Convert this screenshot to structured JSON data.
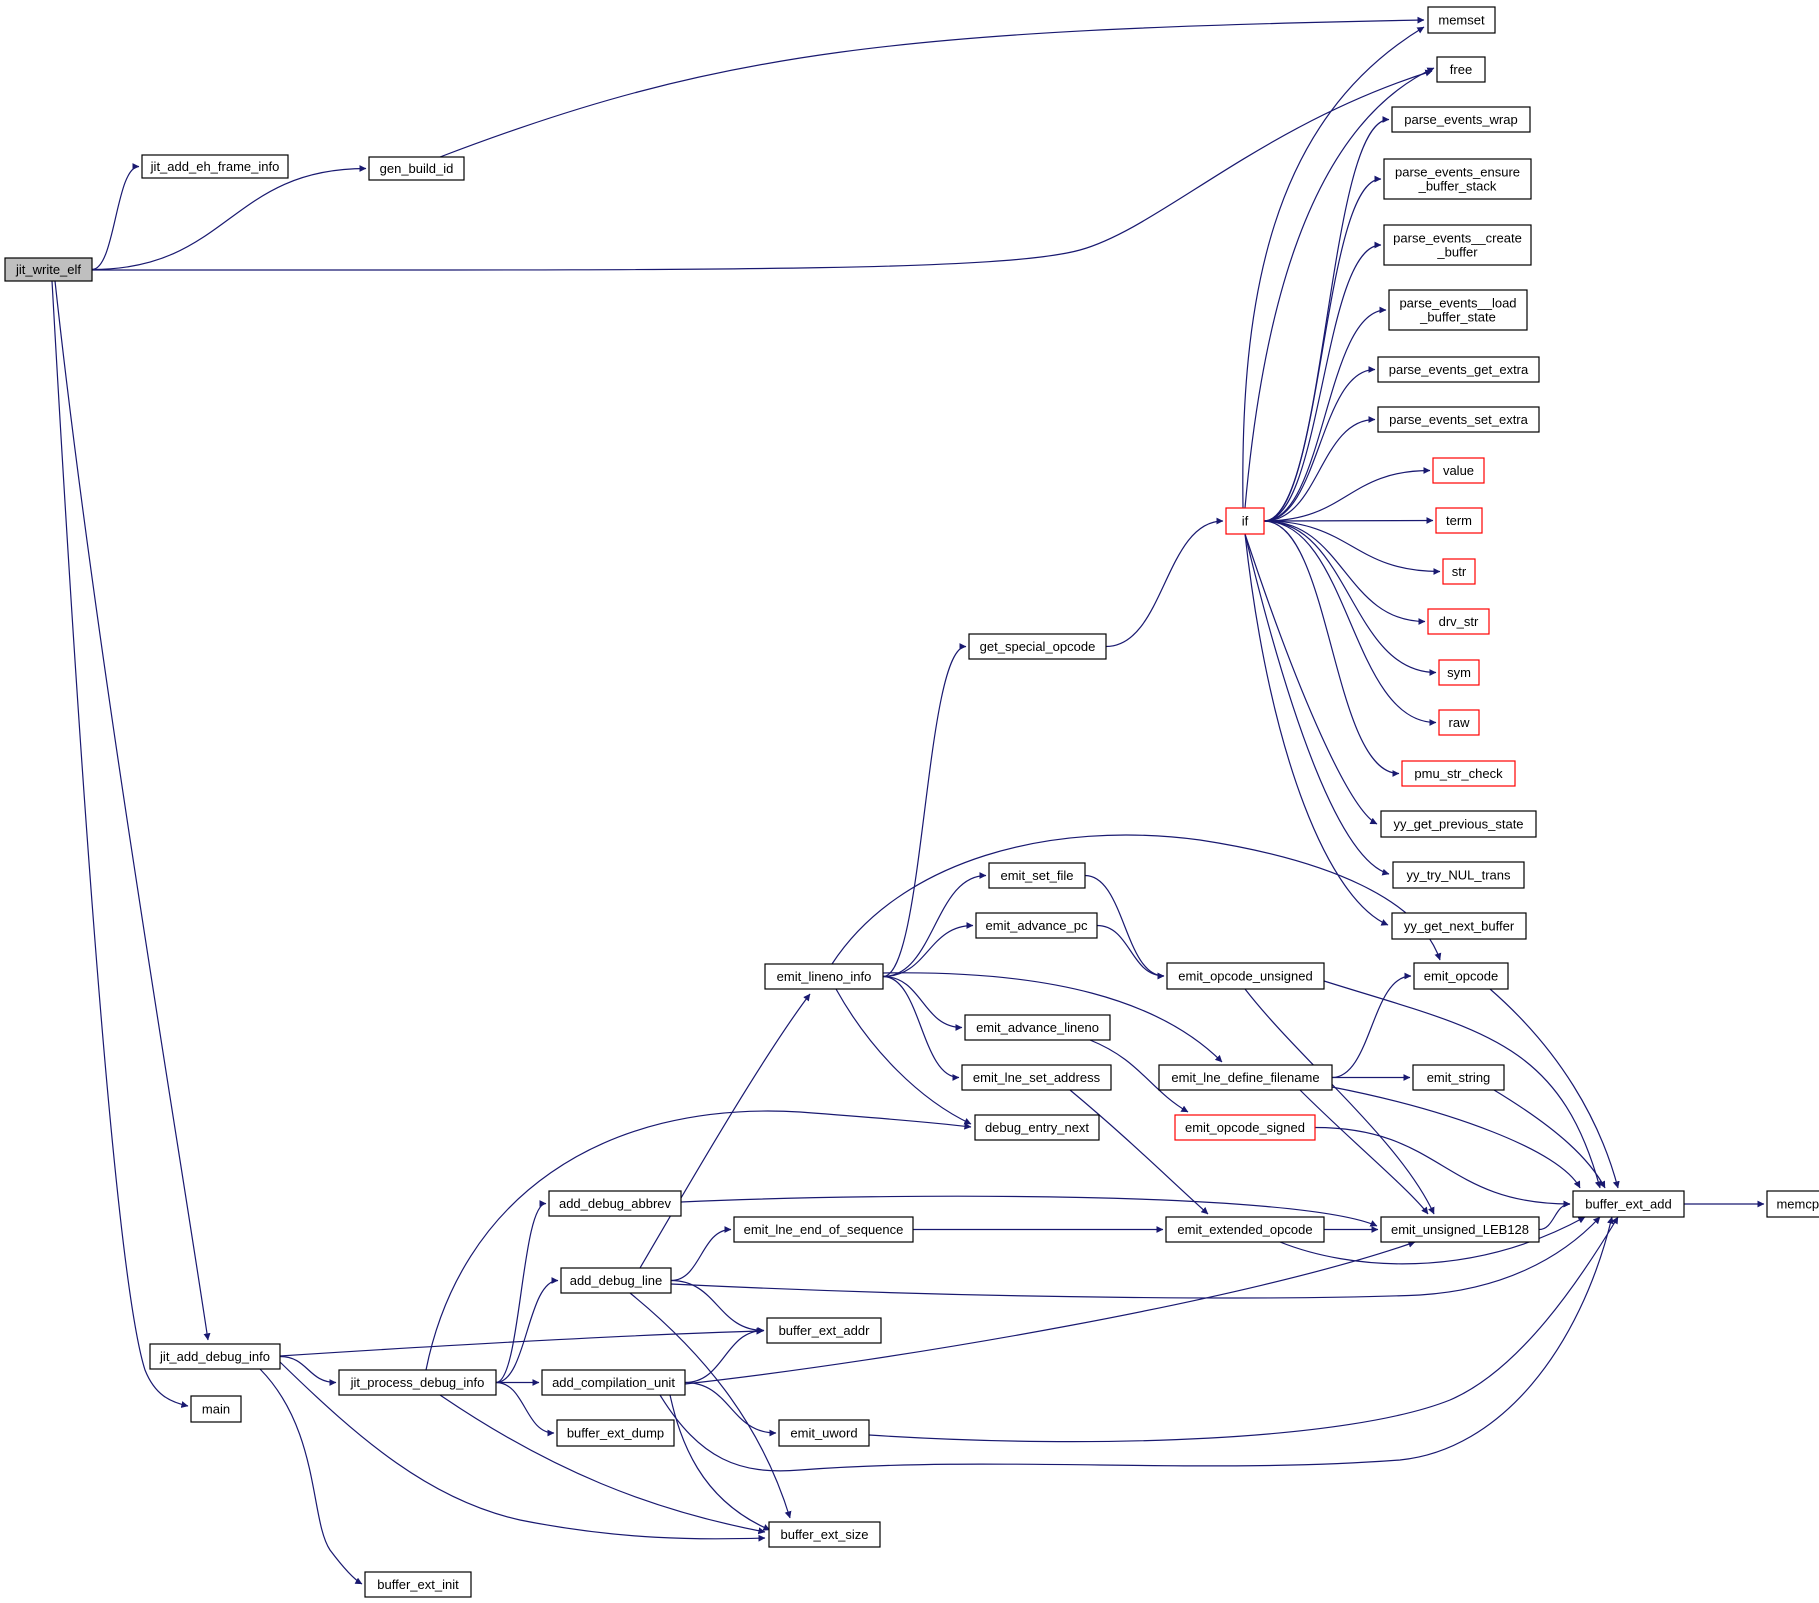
{
  "title": "jit_write_elf call graph",
  "colors": {
    "edge": "#191970",
    "node_border": "#000000",
    "truncated_border": "#ff0000",
    "root_fill": "#bfbfbf",
    "node_fill": "#ffffff"
  },
  "nodes": [
    {
      "id": "jit_write_elf",
      "label": "jit_write_elf",
      "style": "root"
    },
    {
      "id": "jit_add_eh_frame_info",
      "label": "jit_add_eh_frame_info",
      "style": "normal"
    },
    {
      "id": "gen_build_id",
      "label": "gen_build_id",
      "style": "normal"
    },
    {
      "id": "memset",
      "label": "memset",
      "style": "normal"
    },
    {
      "id": "free",
      "label": "free",
      "style": "normal"
    },
    {
      "id": "parse_events_wrap",
      "label": "parse_events_wrap",
      "style": "normal"
    },
    {
      "id": "parse_events_ensure_buffer_stack",
      "label": "parse_events_ensure\n_buffer_stack",
      "style": "normal"
    },
    {
      "id": "parse_events__create_buffer",
      "label": "parse_events__create\n_buffer",
      "style": "normal"
    },
    {
      "id": "parse_events__load_buffer_state",
      "label": "parse_events__load\n_buffer_state",
      "style": "normal"
    },
    {
      "id": "parse_events_get_extra",
      "label": "parse_events_get_extra",
      "style": "normal"
    },
    {
      "id": "parse_events_set_extra",
      "label": "parse_events_set_extra",
      "style": "normal"
    },
    {
      "id": "value",
      "label": "value",
      "style": "truncated"
    },
    {
      "id": "if",
      "label": "if",
      "style": "truncated"
    },
    {
      "id": "term",
      "label": "term",
      "style": "truncated"
    },
    {
      "id": "str",
      "label": "str",
      "style": "truncated"
    },
    {
      "id": "drv_str",
      "label": "drv_str",
      "style": "truncated"
    },
    {
      "id": "sym",
      "label": "sym",
      "style": "truncated"
    },
    {
      "id": "raw",
      "label": "raw",
      "style": "truncated"
    },
    {
      "id": "pmu_str_check",
      "label": "pmu_str_check",
      "style": "truncated"
    },
    {
      "id": "get_special_opcode",
      "label": "get_special_opcode",
      "style": "normal"
    },
    {
      "id": "yy_get_previous_state",
      "label": "yy_get_previous_state",
      "style": "normal"
    },
    {
      "id": "yy_try_NUL_trans",
      "label": "yy_try_NUL_trans",
      "style": "normal"
    },
    {
      "id": "emit_set_file",
      "label": "emit_set_file",
      "style": "normal"
    },
    {
      "id": "yy_get_next_buffer",
      "label": "yy_get_next_buffer",
      "style": "normal"
    },
    {
      "id": "emit_advance_pc",
      "label": "emit_advance_pc",
      "style": "normal"
    },
    {
      "id": "emit_lineno_info",
      "label": "emit_lineno_info",
      "style": "normal"
    },
    {
      "id": "emit_opcode_unsigned",
      "label": "emit_opcode_unsigned",
      "style": "normal"
    },
    {
      "id": "emit_opcode",
      "label": "emit_opcode",
      "style": "normal"
    },
    {
      "id": "emit_advance_lineno",
      "label": "emit_advance_lineno",
      "style": "normal"
    },
    {
      "id": "emit_lne_set_address",
      "label": "emit_lne_set_address",
      "style": "normal"
    },
    {
      "id": "emit_lne_define_filename",
      "label": "emit_lne_define_filename",
      "style": "normal"
    },
    {
      "id": "emit_string",
      "label": "emit_string",
      "style": "normal"
    },
    {
      "id": "debug_entry_next",
      "label": "debug_entry_next",
      "style": "normal"
    },
    {
      "id": "emit_opcode_signed",
      "label": "emit_opcode_signed",
      "style": "truncated"
    },
    {
      "id": "add_debug_abbrev",
      "label": "add_debug_abbrev",
      "style": "normal"
    },
    {
      "id": "buffer_ext_add",
      "label": "buffer_ext_add",
      "style": "normal"
    },
    {
      "id": "memcpy",
      "label": "memcpy",
      "style": "normal"
    },
    {
      "id": "emit_lne_end_of_sequence",
      "label": "emit_lne_end_of_sequence",
      "style": "normal"
    },
    {
      "id": "emit_extended_opcode",
      "label": "emit_extended_opcode",
      "style": "normal"
    },
    {
      "id": "emit_unsigned_LEB128",
      "label": "emit_unsigned_LEB128",
      "style": "normal"
    },
    {
      "id": "add_debug_line",
      "label": "add_debug_line",
      "style": "normal"
    },
    {
      "id": "buffer_ext_addr",
      "label": "buffer_ext_addr",
      "style": "normal"
    },
    {
      "id": "jit_add_debug_info",
      "label": "jit_add_debug_info",
      "style": "normal"
    },
    {
      "id": "jit_process_debug_info",
      "label": "jit_process_debug_info",
      "style": "normal"
    },
    {
      "id": "add_compilation_unit",
      "label": "add_compilation_unit",
      "style": "normal"
    },
    {
      "id": "main",
      "label": "main",
      "style": "normal"
    },
    {
      "id": "buffer_ext_dump",
      "label": "buffer_ext_dump",
      "style": "normal"
    },
    {
      "id": "emit_uword",
      "label": "emit_uword",
      "style": "normal"
    },
    {
      "id": "buffer_ext_size",
      "label": "buffer_ext_size",
      "style": "normal"
    },
    {
      "id": "buffer_ext_init",
      "label": "buffer_ext_init",
      "style": "normal"
    }
  ],
  "edges": [
    {
      "from": "jit_write_elf",
      "to": "jit_add_eh_frame_info"
    },
    {
      "from": "jit_write_elf",
      "to": "gen_build_id"
    },
    {
      "from": "jit_write_elf",
      "to": "free"
    },
    {
      "from": "jit_write_elf",
      "to": "jit_add_debug_info"
    },
    {
      "from": "jit_write_elf",
      "to": "main"
    },
    {
      "from": "gen_build_id",
      "to": "memset"
    },
    {
      "from": "if",
      "to": "memset"
    },
    {
      "from": "if",
      "to": "free"
    },
    {
      "from": "if",
      "to": "parse_events_wrap"
    },
    {
      "from": "if",
      "to": "parse_events_ensure_buffer_stack"
    },
    {
      "from": "if",
      "to": "parse_events__create_buffer"
    },
    {
      "from": "if",
      "to": "parse_events__load_buffer_state"
    },
    {
      "from": "if",
      "to": "parse_events_get_extra"
    },
    {
      "from": "if",
      "to": "parse_events_set_extra"
    },
    {
      "from": "if",
      "to": "value"
    },
    {
      "from": "if",
      "to": "term"
    },
    {
      "from": "if",
      "to": "str"
    },
    {
      "from": "if",
      "to": "drv_str"
    },
    {
      "from": "if",
      "to": "sym"
    },
    {
      "from": "if",
      "to": "raw"
    },
    {
      "from": "if",
      "to": "pmu_str_check"
    },
    {
      "from": "if",
      "to": "yy_get_previous_state"
    },
    {
      "from": "if",
      "to": "yy_try_NUL_trans"
    },
    {
      "from": "if",
      "to": "yy_get_next_buffer"
    },
    {
      "from": "get_special_opcode",
      "to": "if"
    },
    {
      "from": "emit_lineno_info",
      "to": "get_special_opcode"
    },
    {
      "from": "emit_lineno_info",
      "to": "emit_set_file"
    },
    {
      "from": "emit_lineno_info",
      "to": "emit_advance_pc"
    },
    {
      "from": "emit_lineno_info",
      "to": "emit_opcode"
    },
    {
      "from": "emit_lineno_info",
      "to": "emit_advance_lineno"
    },
    {
      "from": "emit_lineno_info",
      "to": "emit_lne_set_address"
    },
    {
      "from": "emit_lineno_info",
      "to": "emit_lne_define_filename"
    },
    {
      "from": "emit_lineno_info",
      "to": "debug_entry_next"
    },
    {
      "from": "emit_set_file",
      "to": "emit_opcode_unsigned"
    },
    {
      "from": "emit_advance_pc",
      "to": "emit_opcode_unsigned"
    },
    {
      "from": "emit_advance_lineno",
      "to": "emit_opcode_signed"
    },
    {
      "from": "emit_lne_set_address",
      "to": "emit_extended_opcode"
    },
    {
      "from": "emit_opcode_unsigned",
      "to": "buffer_ext_add"
    },
    {
      "from": "emit_opcode_unsigned",
      "to": "emit_unsigned_LEB128"
    },
    {
      "from": "emit_opcode",
      "to": "buffer_ext_add"
    },
    {
      "from": "emit_lne_define_filename",
      "to": "emit_opcode"
    },
    {
      "from": "emit_lne_define_filename",
      "to": "emit_string"
    },
    {
      "from": "emit_lne_define_filename",
      "to": "buffer_ext_add"
    },
    {
      "from": "emit_lne_define_filename",
      "to": "emit_unsigned_LEB128"
    },
    {
      "from": "emit_string",
      "to": "buffer_ext_add"
    },
    {
      "from": "emit_opcode_signed",
      "to": "buffer_ext_add"
    },
    {
      "from": "buffer_ext_add",
      "to": "memcpy"
    },
    {
      "from": "emit_unsigned_LEB128",
      "to": "buffer_ext_add"
    },
    {
      "from": "emit_extended_opcode",
      "to": "emit_unsigned_LEB128"
    },
    {
      "from": "emit_extended_opcode",
      "to": "buffer_ext_add"
    },
    {
      "from": "emit_lne_end_of_sequence",
      "to": "emit_extended_opcode"
    },
    {
      "from": "add_debug_abbrev",
      "to": "emit_unsigned_LEB128"
    },
    {
      "from": "add_debug_line",
      "to": "emit_lineno_info"
    },
    {
      "from": "add_debug_line",
      "to": "emit_lne_end_of_sequence"
    },
    {
      "from": "add_debug_line",
      "to": "buffer_ext_add"
    },
    {
      "from": "add_debug_line",
      "to": "buffer_ext_addr"
    },
    {
      "from": "add_debug_line",
      "to": "buffer_ext_size"
    },
    {
      "from": "jit_add_debug_info",
      "to": "buffer_ext_addr"
    },
    {
      "from": "jit_add_debug_info",
      "to": "jit_process_debug_info"
    },
    {
      "from": "jit_add_debug_info",
      "to": "buffer_ext_size"
    },
    {
      "from": "jit_add_debug_info",
      "to": "buffer_ext_init"
    },
    {
      "from": "jit_process_debug_info",
      "to": "debug_entry_next"
    },
    {
      "from": "jit_process_debug_info",
      "to": "add_debug_abbrev"
    },
    {
      "from": "jit_process_debug_info",
      "to": "add_debug_line"
    },
    {
      "from": "jit_process_debug_info",
      "to": "add_compilation_unit"
    },
    {
      "from": "jit_process_debug_info",
      "to": "buffer_ext_dump"
    },
    {
      "from": "jit_process_debug_info",
      "to": "buffer_ext_size"
    },
    {
      "from": "add_compilation_unit",
      "to": "buffer_ext_addr"
    },
    {
      "from": "add_compilation_unit",
      "to": "emit_unsigned_LEB128"
    },
    {
      "from": "add_compilation_unit",
      "to": "emit_uword"
    },
    {
      "from": "add_compilation_unit",
      "to": "buffer_ext_add"
    },
    {
      "from": "add_compilation_unit",
      "to": "buffer_ext_size"
    },
    {
      "from": "emit_uword",
      "to": "buffer_ext_add"
    }
  ]
}
